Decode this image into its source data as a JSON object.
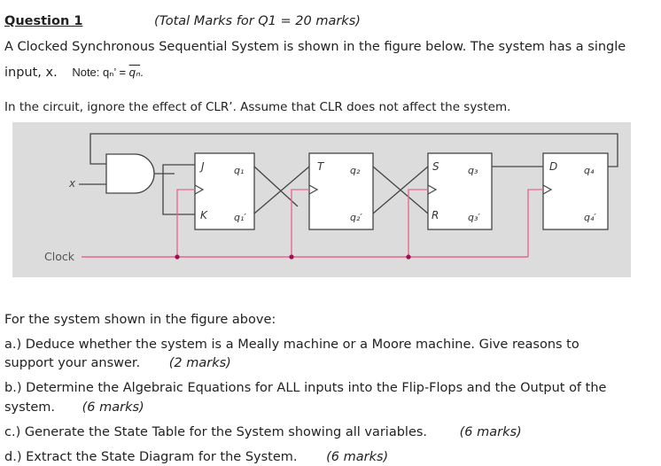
{
  "header": {
    "question_label": "Question 1",
    "total_marks": "(Total Marks for Q1 = 20 marks)"
  },
  "description": {
    "line1": "A Clocked Synchronous Sequential System is shown in the figure below. The system has a single",
    "line2": "input, x.",
    "note_prefix": "Note: qₙ’ = ",
    "note_expr": "qₙ",
    "note_suffix": "."
  },
  "instruction": "In the circuit, ignore the effect of CLR’. Assume that CLR does not affect the system.",
  "figure": {
    "input_label": "x",
    "clock_label": "Clock",
    "ff1": {
      "top_input": "J",
      "bottom_input": "K",
      "q": "q₁",
      "q_bar": "q₁′"
    },
    "ff2": {
      "top_input": "T",
      "q": "q₂",
      "q_bar": "q₂′"
    },
    "ff3": {
      "top_input": "S",
      "bottom_input": "R",
      "q": "q₃",
      "q_bar": "q₃′"
    },
    "ff4": {
      "top_input": "D",
      "q": "q₄",
      "q_bar": "q₄′"
    }
  },
  "questions": {
    "intro": "For the system shown in the figure above:",
    "a_line1": "a.)  Deduce whether the system is a Meally machine or a Moore machine. Give reasons to",
    "a_line2": "support your answer.",
    "a_marks": "(2  marks)",
    "b_line1": "b.)  Determine the Algebraic Equations for ALL inputs into the Flip-Flops and the Output of the",
    "b_line2": "system.",
    "b_marks": "(6  marks)",
    "c_text": "c.)  Generate the State Table for the System showing all variables.",
    "c_marks": "(6  marks)",
    "d_text": "d.)  Extract the State Diagram for the System.",
    "d_marks": "(6  marks)"
  },
  "colors": {
    "figure_bg": "#dcdcdc",
    "wire": "#444444",
    "clock_wire": "#e8648a",
    "clock_junction": "#a01050",
    "flipflop_fill": "#ffffff"
  }
}
